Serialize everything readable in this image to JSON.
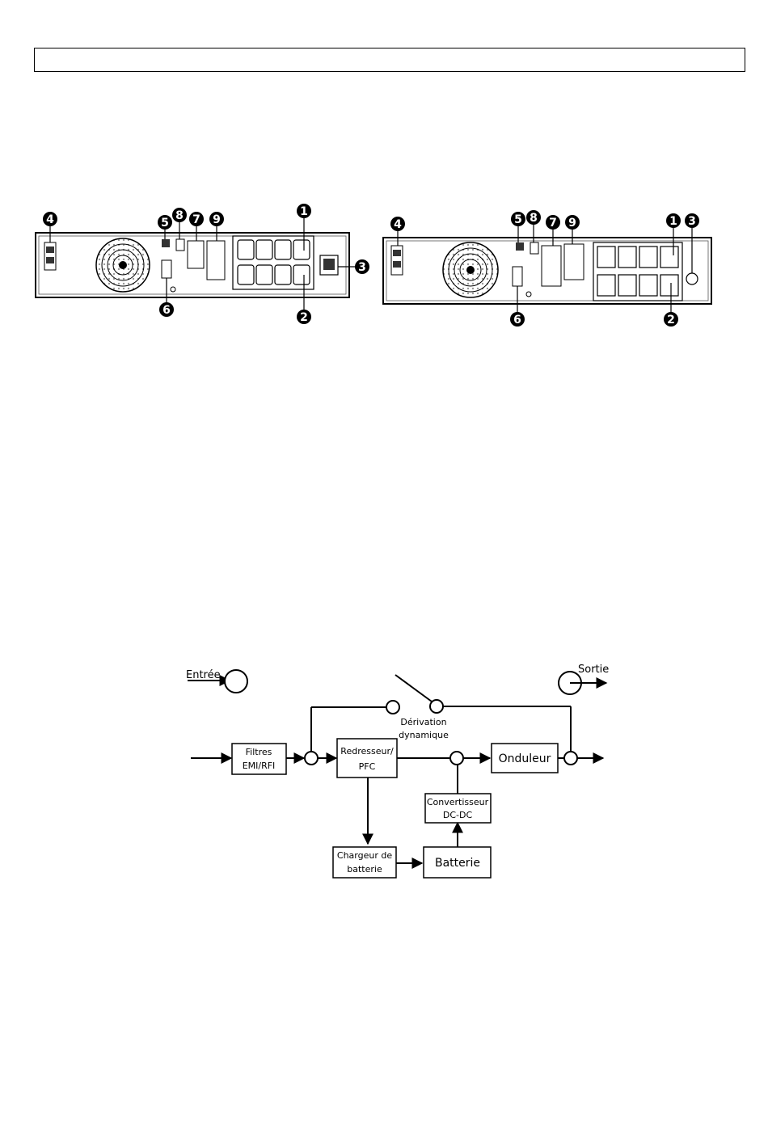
{
  "header": {
    "text": ""
  },
  "rear_panels": {
    "left_markers": [
      "4",
      "5",
      "8",
      "7",
      "9",
      "1",
      "3",
      "6",
      "2"
    ],
    "right_markers": [
      "4",
      "5",
      "8",
      "7",
      "9",
      "1",
      "3",
      "6",
      "2"
    ]
  },
  "diagram": {
    "input_label": "Entrée",
    "output_label": "Sortie",
    "bypass_line1": "Dérivation",
    "bypass_line2": "dynamique",
    "filters_line1": "Filtres",
    "filters_line2": "EMI/RFI",
    "rectifier_line1": "Redresseur/",
    "rectifier_line2": "PFC",
    "inverter": "Onduleur",
    "converter_line1": "Convertisseur",
    "converter_line2": "DC-DC",
    "charger_line1": "Chargeur de",
    "charger_line2": "batterie",
    "battery": "Batterie"
  }
}
